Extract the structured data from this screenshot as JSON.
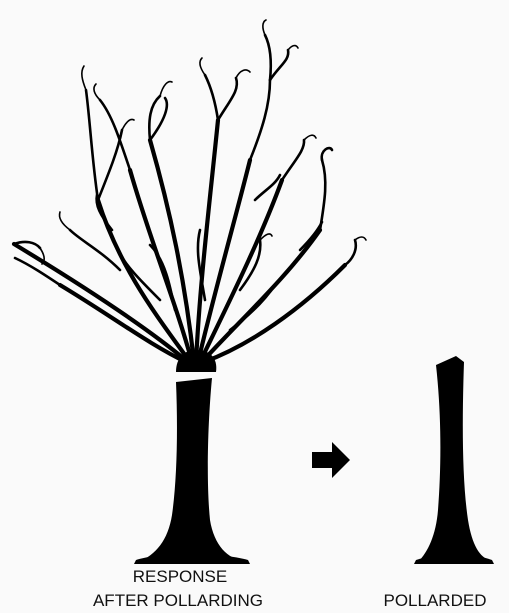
{
  "labels": {
    "response_line1": "RESPONSE",
    "response_line2": "AFTER POLLARDING",
    "pollarded": "POLLARDED"
  },
  "colors": {
    "ink": "#000000",
    "background": "#fafafa",
    "text": "#111111"
  },
  "icons": {
    "arrow": "right-arrow-icon"
  }
}
